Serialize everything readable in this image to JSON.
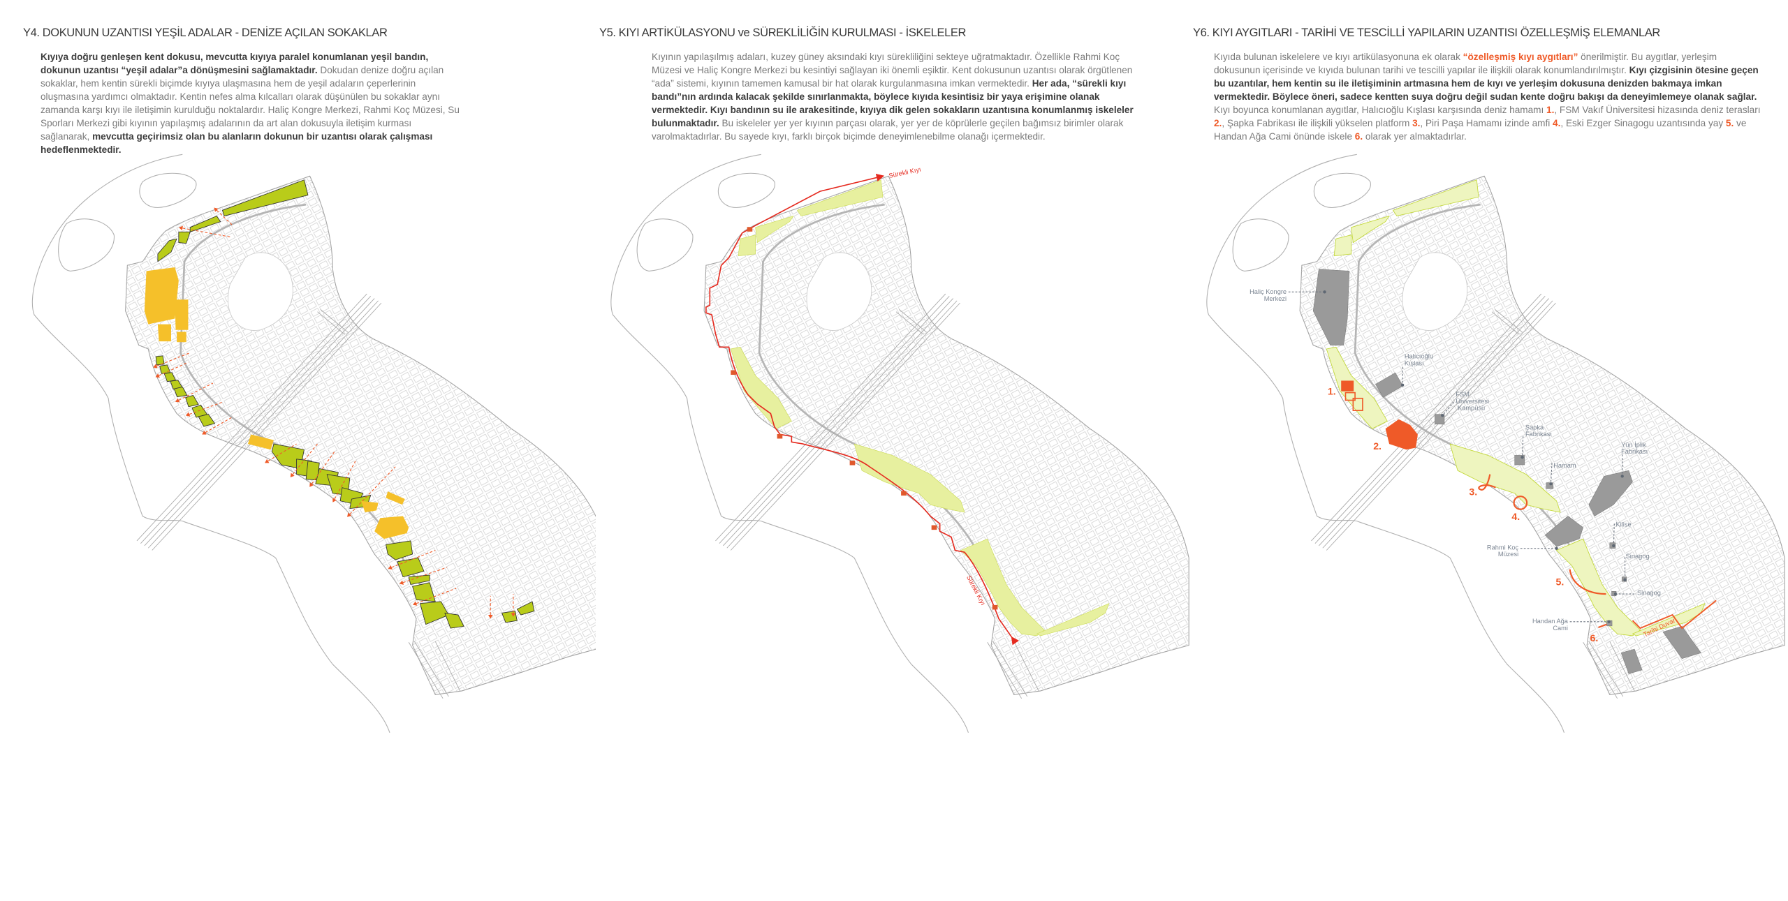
{
  "colors": {
    "green": "#b9cc1a",
    "yellow": "#f5c02a",
    "red": "#e52a1f",
    "orange": "#ef5a28",
    "light_green": "#e7f09f",
    "gray": "#9a9a9a"
  },
  "y4": {
    "title": "Y4. DOKUNUN UZANTISI YEŞİL ADALAR - DENİZE AÇILAN SOKAKLAR",
    "p": [
      "Kıyıya doğru genleşen kent dokusu, mevcutta kıyıya paralel konumlanan yeşil bandın, dokunun uzantısı “yeşil adalar”a dönüşmesini sağlamaktadır.",
      " Dokudan denize doğru açılan sokaklar, hem kentin sürekli biçimde kıyıya ulaşmasına hem de yeşil adaların çeperlerinin oluşmasına yardımcı olmaktadır. Kentin nefes alma kılcalları olarak düşünülen bu sokaklar aynı zamanda karşı kıyı ile iletişimin kurulduğu noktalardır. Haliç Kongre Merkezi, Rahmi Koç Müzesi, Su Sporları Merkezi gibi kıyının yapılaşmış adalarının da art alan dokusuyla iletişim kurması sağlanarak, ",
      "mevcutta geçirimsiz olan bu alanların dokunun bir uzantısı olarak çalışması hedeflenmektedir."
    ]
  },
  "y5": {
    "title": "Y5. KIYI ARTİKÜLASYONU ve SÜREKLİLİĞİN KURULMASI - İSKELELER",
    "p": [
      "Kıyının yapılaşılmış adaları, kuzey güney aksındaki kıyı sürekliliğini sekteye uğratmaktadır. Özellikle Rahmi Koç Müzesi ve Haliç Kongre Merkezi bu kesintiyi sağlayan iki önemli eşiktir. Kent dokusunun uzantısı olarak örgütlenen “ada” sistemi, kıyının tamemen kamusal bir hat olarak kurgulanmasına imkan vermektedir. ",
      "Her ada, “sürekli kıyı bandı”nın ardında kalacak şekilde sınırlanmakta, böylece kıyıda kesintisiz bir yaya erişimine olanak vermektedir. Kıyı bandının su ile arakesitinde, kıyıya dik gelen sokakların uzantısına konumlanmış iskeleler bulunmaktadır.",
      " Bu iskeleler yer yer kıyının parçası olarak, yer yer de köprülerle geçilen bağımsız birimler olarak varolmaktadırlar. Bu sayede kıyı, farklı birçok biçimde deneyimlenebilme olanağı içermektedir."
    ],
    "labels": {
      "continuous_top": "Sürekli Kıyı",
      "continuous_bottom": "Sürekli Kıyı"
    }
  },
  "y6": {
    "title": "Y6. KIYI AYGITLARI - TARİHİ VE TESCİLLİ YAPILARIN UZANTISI ÖZELLEŞMİŞ ELEMANLAR",
    "p": [
      "Kıyıda bulunan iskelelere ve kıyı artikülasyonuna ek olarak ",
      "“özelleşmiş kıyı aygıtları”",
      " önerilmiştir. Bu aygıtlar, yerleşim dokusunun içerisinde ve kıyıda bulunan tarihi ve tescilli yapılar ile ilişkili olarak konumlandırılmıştır. ",
      "Kıyı çizgisinin ötesine geçen bu uzantılar, hem kentin su ile iletişiminin artmasına hem de kıyı ve yerleşim dokusuna denizden bakmaya imkan vermektedir. Böylece öneri, sadece kentten suya doğru değil sudan kente doğru bakışı da deneyimlemeye olanak sağlar.",
      "Kıyı boyunca konumlanan aygıtlar, Halıcıoğlu Kışlası karşısında deniz hamamı ",
      "1.",
      ", FSM Vakıf Üniversitesi hizasında deniz terasları ",
      "2.",
      ", Şapka Fabrikası ile ilişkili yükselen platform ",
      "3.",
      ", Piri Paşa Hamamı izinde amfi ",
      "4.",
      ", Eski Ezger Sinagogu uzantısında yay ",
      "5.",
      " ve Handan Ağa Cami önünde iskele ",
      "6.",
      " olarak yer almaktadırlar."
    ],
    "labels": {
      "halic_1": "Haliç Kongre",
      "halic_2": "Merkezi",
      "kisla_1": "Halıcıoğlu",
      "kisla_2": "Kışlası",
      "fsm_1": "FSM",
      "fsm_2": "Üniversitesi",
      "fsm_3": "Kampüsü",
      "sapka_1": "Şapka",
      "sapka_2": "Fabrikası",
      "hamam": "Hamam",
      "yun_1": "Yün İplik",
      "yun_2": "Fabrikası",
      "kilise": "Kilise",
      "rahmi_1": "Rahmi Koç",
      "rahmi_2": "Müzesi",
      "sinagog_1": "Sinagog",
      "sinagog_2": "Sinagog",
      "handan_1": "Handan Ağa",
      "handan_2": "Cami",
      "duvar": "Tarihi Duvar"
    },
    "numbers": [
      "1.",
      "2.",
      "3.",
      "4.",
      "5.",
      "6."
    ]
  }
}
